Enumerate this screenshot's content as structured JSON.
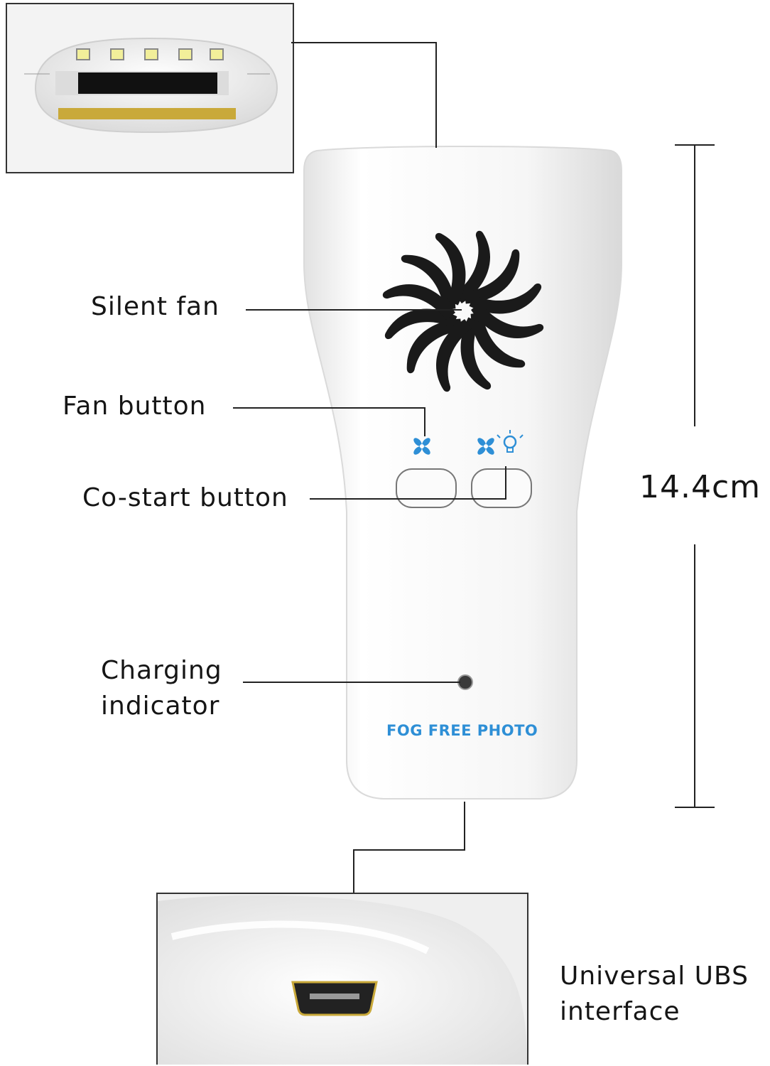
{
  "labels": {
    "silent_fan": "Silent fan",
    "fan_button": "Fan button",
    "co_start_button": "Co-start button",
    "charging_indicator_line1": "Charging",
    "charging_indicator_line2": "indicator",
    "usb_interface_line1": "Universal UBS",
    "usb_interface_line2": "interface"
  },
  "dimension": {
    "height": "14.4cm"
  },
  "device": {
    "brand_text": "FOG FREE PHOTO"
  },
  "icons": {
    "fan_button_icon": "fan-icon",
    "co_start_icons": [
      "fan-icon",
      "lightbulb-icon"
    ]
  },
  "colors": {
    "accent_blue": "#2e8fd6",
    "device_body": "#f4f4f4",
    "fan_vents": "#1a1a1a",
    "led_yellow": "#f2ef9a"
  }
}
